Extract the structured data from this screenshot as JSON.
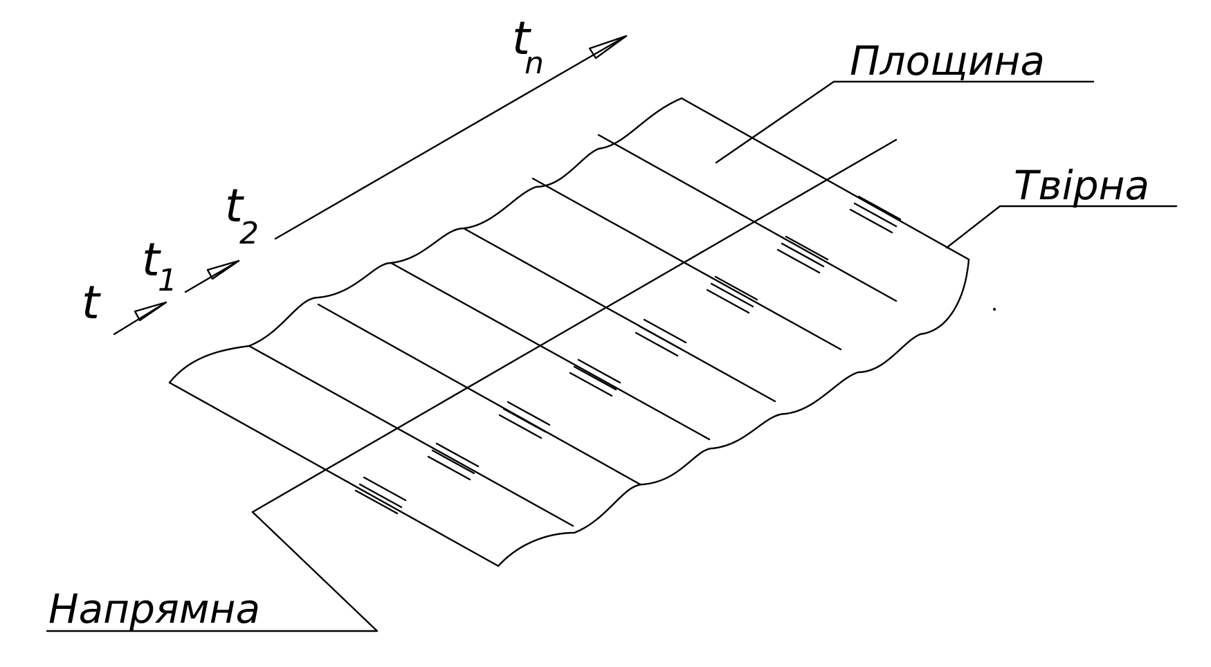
{
  "labels": {
    "plane": "Площина",
    "generatrix": "Твірна",
    "directrix": "Напрямна"
  },
  "vectors": [
    {
      "symbol": "t",
      "subscript": ""
    },
    {
      "symbol": "t",
      "subscript": "1"
    },
    {
      "symbol": "t",
      "subscript": "2"
    },
    {
      "symbol": "t",
      "subscript": "n"
    }
  ],
  "colors": {
    "ink": "#000000",
    "paper": "#ffffff"
  }
}
